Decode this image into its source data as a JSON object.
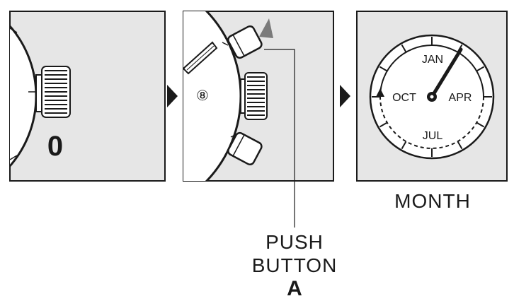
{
  "panel1": {
    "crown_position": "0"
  },
  "panel2": {
    "dial_marker": "⑧"
  },
  "panel3": {
    "months": {
      "top": "JAN",
      "right": "APR",
      "bottom": "JUL",
      "left": "OCT"
    },
    "caption": "MONTH"
  },
  "callout": {
    "line1": "PUSH",
    "line2": "BUTTON",
    "line3": "A"
  },
  "colors": {
    "panel_bg": "#e6e6e6",
    "ink": "#1a1a1a",
    "paper": "#ffffff"
  },
  "icons": [
    "arrow-right-icon",
    "arrow-right-icon",
    "triangle-pointer-icon",
    "crown-icon",
    "push-button-icon",
    "hand-icon"
  ]
}
